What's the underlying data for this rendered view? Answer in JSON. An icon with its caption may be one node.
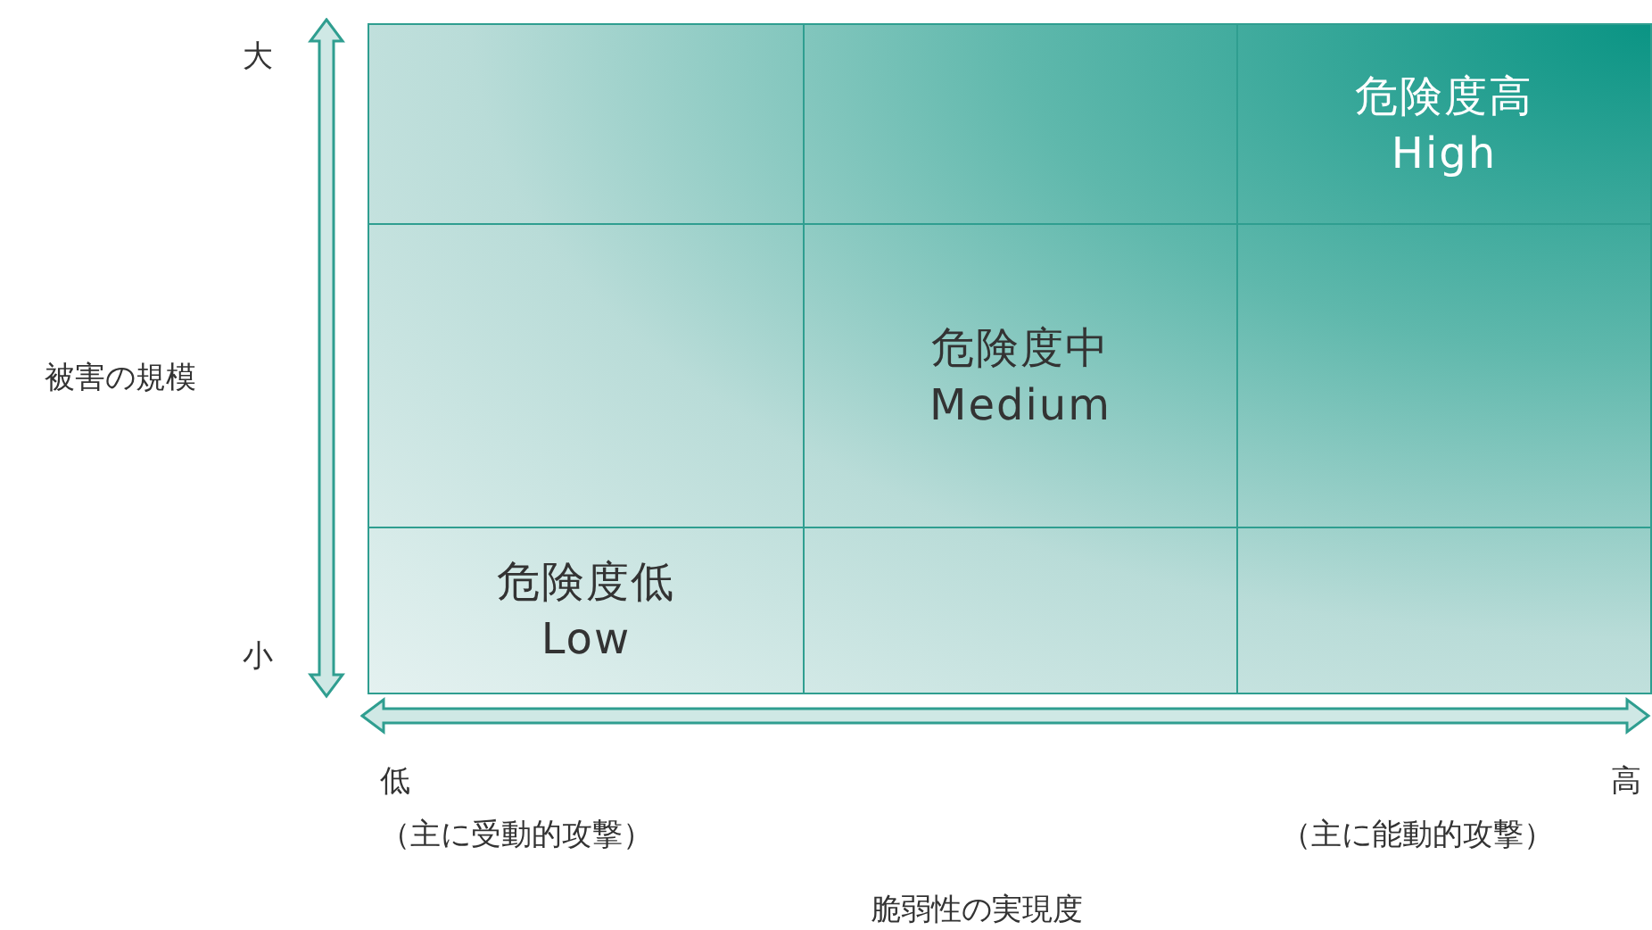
{
  "diagram": {
    "nodes": [
      {
        "text": [],
        "shape": "box"
      },
      {
        "text": [],
        "shape": "box"
      },
      {
        "text": [
          "危険度高 High"
        ]
      },
      {
        "text": [],
        "shape": "box"
      },
      {
        "text": [
          "危険度中 Medium"
        ]
      },
      {
        "text": [],
        "shape": "box"
      },
      {
        "text": [
          "危険度低 Low"
        ]
      },
      {
        "text": [],
        "shape": "box"
      },
      {
        "text": [],
        "shape": "box"
      }
    ],
    "edges": [],
    "labels": [
      "大",
      "被害の規模",
      "小",
      "低",
      "（主に受動的攻撃）",
      "高",
      "（主に能動的攻撃）",
      "脆弱性の実現度"
    ]
  }
}
